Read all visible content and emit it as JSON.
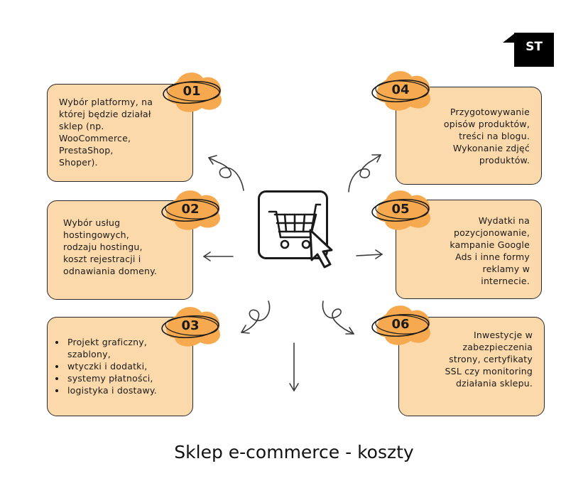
{
  "title": "Sklep e-commerce - koszty",
  "logo": {
    "text": "ST"
  },
  "colors": {
    "card_fill": "#fcd9ab",
    "blob": "#f6a94e",
    "border": "#2a2a2a"
  },
  "center_icon": "shopping-cart-with-cursor-icon",
  "steps": [
    {
      "num": "01",
      "lines": [
        "Wybór platformy, na",
        "której będzie działał",
        "sklep (np.",
        "WooCommerce,",
        "PrestaShop,",
        "Shoper)."
      ]
    },
    {
      "num": "02",
      "lines": [
        "Wybór usług",
        "hostingowych,",
        "rodzaju hostingu,",
        "koszt rejestracji i",
        "odnawiania domeny."
      ]
    },
    {
      "num": "03",
      "bullets": [
        "Projekt graficzny, szablony,",
        "wtyczki i dodatki,",
        "systemy płatności,",
        "logistyka i dostawy."
      ]
    },
    {
      "num": "04",
      "lines": [
        "Przygotowywanie",
        "opisów produktów,",
        "treści na blogu.",
        "Wykonanie zdjęć",
        "produktów."
      ]
    },
    {
      "num": "05",
      "lines": [
        "Wydatki na",
        "pozycjonowanie,",
        "kampanie Google",
        "Ads i inne formy",
        "reklamy w",
        "internecie."
      ]
    },
    {
      "num": "06",
      "lines": [
        "Inwestycje w",
        "zabezpieczenia",
        "strony, certyfikaty",
        "SSL czy monitoring",
        "działania sklepu."
      ]
    }
  ]
}
